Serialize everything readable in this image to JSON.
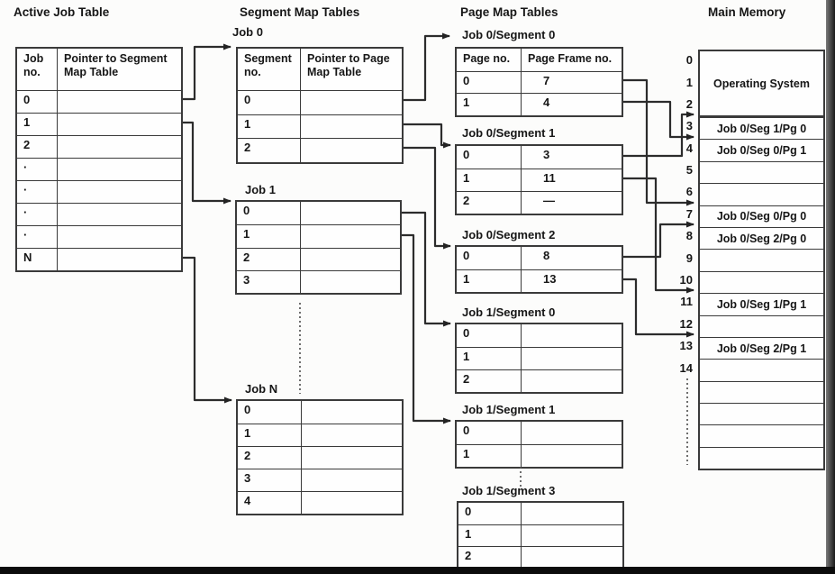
{
  "section_titles": {
    "active": "Active Job Table",
    "segment": "Segment Map Tables",
    "page": "Page Map Tables",
    "memory": "Main Memory"
  },
  "active_job_table": {
    "col1_header": "Job no.",
    "col2_header": "Pointer to Segment Map Table",
    "rows": [
      [
        "0",
        ""
      ],
      [
        "1",
        ""
      ],
      [
        "2",
        ""
      ],
      [
        "·",
        ""
      ],
      [
        "·",
        ""
      ],
      [
        "·",
        ""
      ],
      [
        "·",
        ""
      ],
      [
        "N",
        ""
      ]
    ]
  },
  "segment_tables": [
    {
      "title": "Job 0",
      "col1_header": "Segment no.",
      "col2_header": "Pointer to Page Map Table",
      "rows": [
        [
          "0",
          ""
        ],
        [
          "1",
          ""
        ],
        [
          "2",
          ""
        ]
      ]
    },
    {
      "title": "Job 1",
      "rows": [
        [
          "0",
          ""
        ],
        [
          "1",
          ""
        ],
        [
          "2",
          ""
        ],
        [
          "3",
          ""
        ]
      ]
    },
    {
      "title": "Job N",
      "rows": [
        [
          "0",
          ""
        ],
        [
          "1",
          ""
        ],
        [
          "2",
          ""
        ],
        [
          "3",
          ""
        ],
        [
          "4",
          ""
        ]
      ]
    }
  ],
  "page_tables": [
    {
      "title": "Job 0/Segment 0",
      "col1_header": "Page no.",
      "col2_header": "Page Frame no.",
      "rows": [
        [
          "0",
          "7"
        ],
        [
          "1",
          "4"
        ]
      ]
    },
    {
      "title": "Job 0/Segment 1",
      "rows": [
        [
          "0",
          "3"
        ],
        [
          "1",
          "11"
        ],
        [
          "2",
          "—"
        ]
      ]
    },
    {
      "title": "Job 0/Segment 2",
      "rows": [
        [
          "0",
          "8"
        ],
        [
          "1",
          "13"
        ]
      ]
    },
    {
      "title": "Job 1/Segment 0",
      "rows": [
        [
          "0",
          ""
        ],
        [
          "1",
          ""
        ],
        [
          "2",
          ""
        ]
      ]
    },
    {
      "title": "Job 1/Segment 1",
      "rows": [
        [
          "0",
          ""
        ],
        [
          "1",
          ""
        ]
      ]
    },
    {
      "title": "Job 1/Segment 3",
      "rows": [
        [
          "0",
          ""
        ],
        [
          "1",
          ""
        ],
        [
          "2",
          ""
        ]
      ]
    }
  ],
  "main_memory": {
    "os_label": "Operating System",
    "frame_labels": [
      "0",
      "1",
      "2",
      "3",
      "4",
      "5",
      "6",
      "7",
      "8",
      "9",
      "10",
      "11",
      "12",
      "13",
      "14"
    ],
    "frame_contents": [
      "",
      "",
      "",
      "Job 0/Seg 1/Pg 0",
      "Job 0/Seg 0/Pg 1",
      "",
      "",
      "Job 0/Seg 0/Pg 0",
      "Job 0/Seg 2/Pg 0",
      "",
      "",
      "Job 0/Seg 1/Pg 1",
      "",
      "Job 0/Seg 2/Pg 1",
      "",
      "",
      "",
      "",
      ""
    ]
  },
  "connections": [
    {
      "from": "Active Job Table row 0",
      "to": "Segment Map Table Job 0"
    },
    {
      "from": "Active Job Table row 1",
      "to": "Segment Map Table Job 1"
    },
    {
      "from": "Active Job Table row N",
      "to": "Segment Map Table Job N"
    },
    {
      "from": "Job 0 segment 0",
      "to": "Page Map Table Job 0/Segment 0"
    },
    {
      "from": "Job 0 segment 1",
      "to": "Page Map Table Job 0/Segment 1"
    },
    {
      "from": "Job 0 segment 2",
      "to": "Page Map Table Job 0/Segment 2"
    },
    {
      "from": "Job 1 segment 0",
      "to": "Page Map Table Job 1/Segment 0"
    },
    {
      "from": "Job 1 segment 1",
      "to": "Page Map Table Job 1/Segment 1"
    },
    {
      "from": "Job 0/Segment 0 page 0",
      "to": "Main Memory frame 7"
    },
    {
      "from": "Job 0/Segment 0 page 1",
      "to": "Main Memory frame 4"
    },
    {
      "from": "Job 0/Segment 1 page 0",
      "to": "Main Memory frame 3"
    },
    {
      "from": "Job 0/Segment 1 page 1",
      "to": "Main Memory frame 11"
    },
    {
      "from": "Job 0/Segment 2 page 0",
      "to": "Main Memory frame 8"
    },
    {
      "from": "Job 0/Segment 2 page 1",
      "to": "Main Memory frame 13"
    }
  ]
}
